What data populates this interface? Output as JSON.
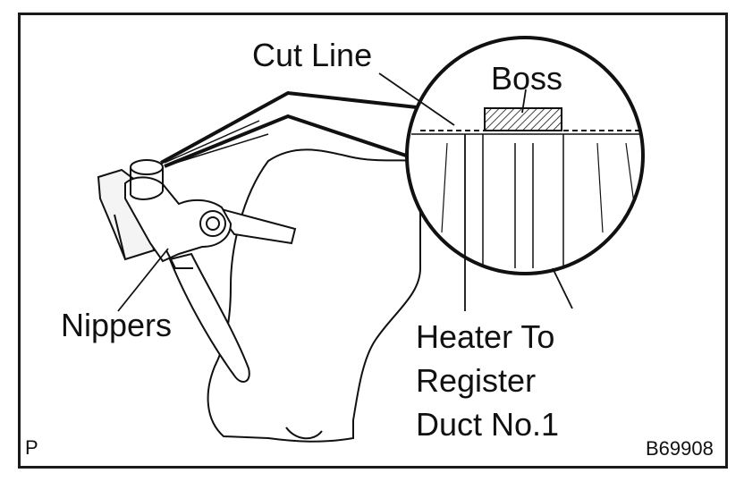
{
  "labels": {
    "cut_line": "Cut Line",
    "boss": "Boss",
    "nippers": "Nippers",
    "heater_line1": "Heater To",
    "heater_line2": "Register",
    "heater_line3": "Duct No.1",
    "corner_letter": "P",
    "figure_id": "B69908"
  },
  "colors": {
    "ink": "#111111",
    "background": "#ffffff"
  }
}
